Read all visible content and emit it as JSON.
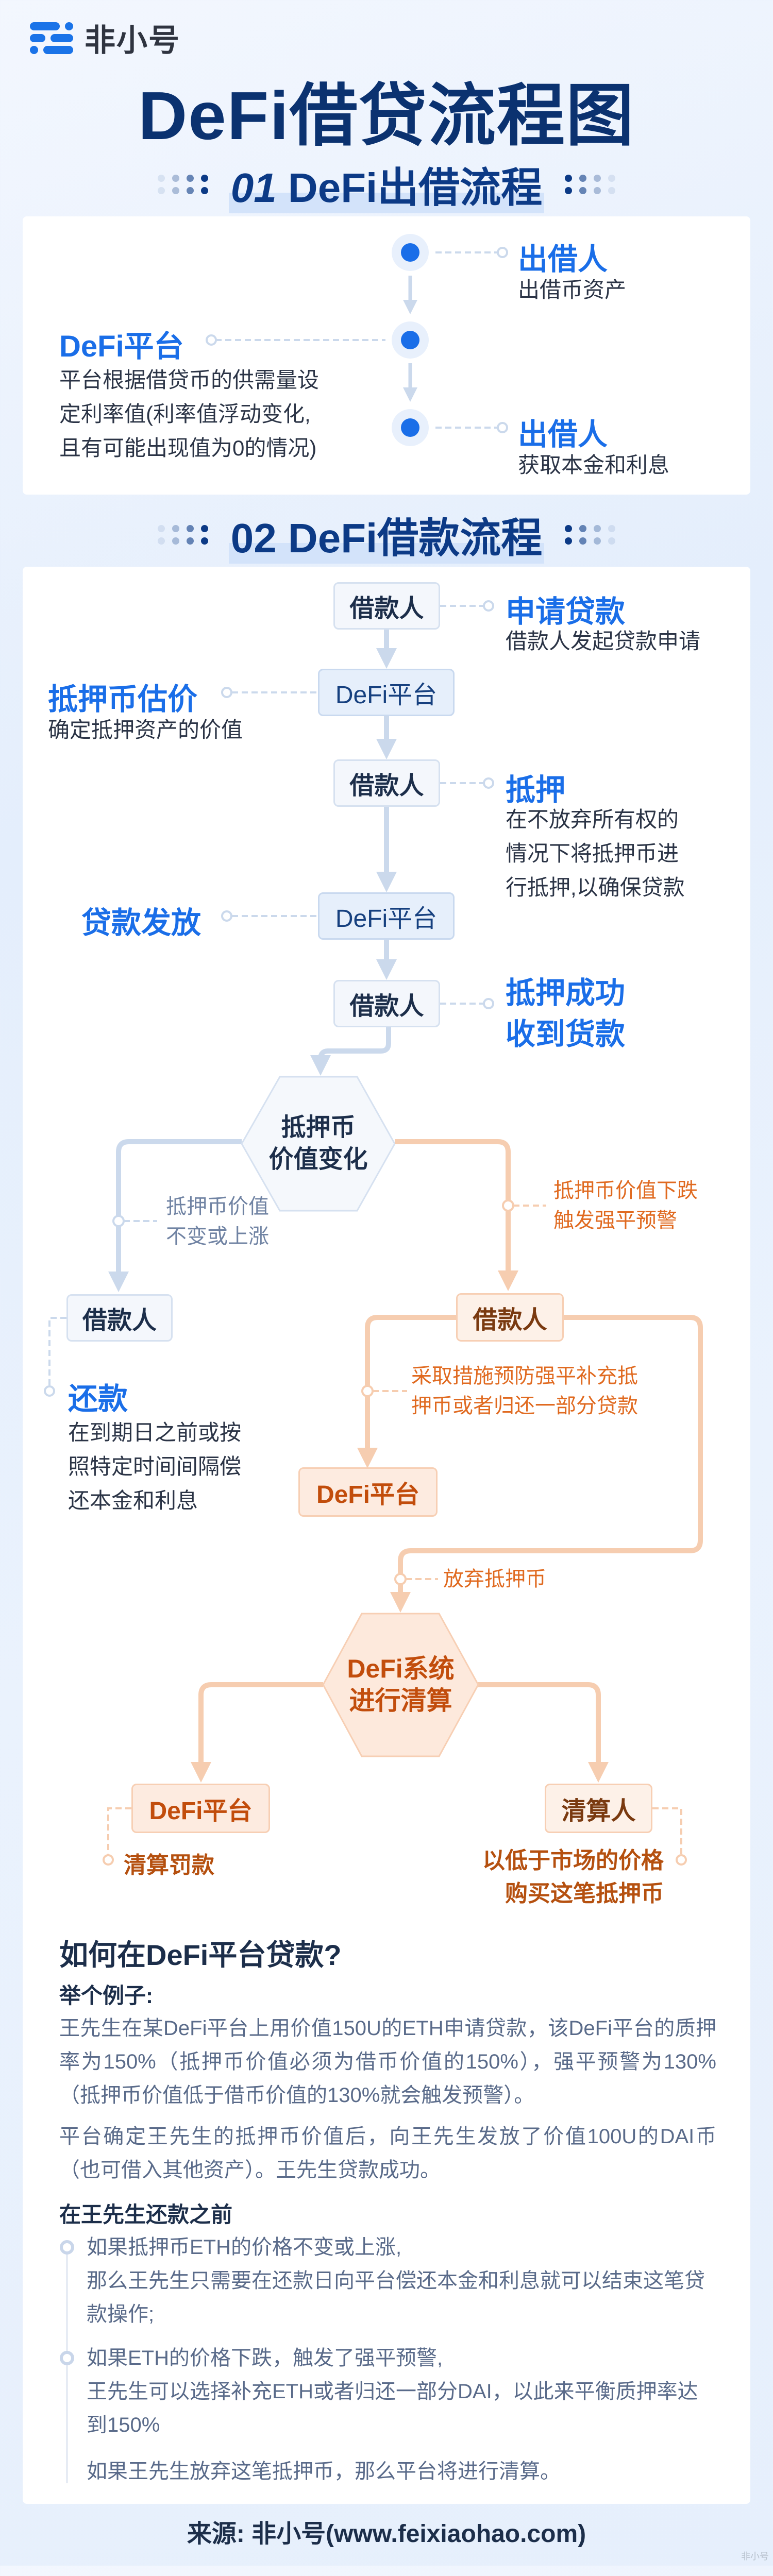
{
  "brand": {
    "logo_text": "非小号"
  },
  "title": "DeFi借贷流程图",
  "section1": {
    "num": "01",
    "title": "DeFi出借流程",
    "steps": [
      {
        "title": "出借人",
        "desc": "出借币资产"
      },
      {
        "title": "DeFi平台",
        "desc": [
          "平台根据借贷币的供需量设",
          "定利率值(利率值浮动变化,",
          "且有可能出现值为0的情况)"
        ]
      },
      {
        "title": "出借人",
        "desc": "获取本金和利息"
      }
    ]
  },
  "section2": {
    "num": "02",
    "title": "DeFi借款流程",
    "nodes": {
      "borrower": "借款人",
      "platform": "DeFi平台",
      "hex1": [
        "抵押币",
        "价值变化"
      ],
      "hex2": [
        "DeFi系统",
        "进行清算"
      ],
      "liquidator": "清算人"
    },
    "steps": [
      {
        "title": "申请贷款",
        "desc": "借款人发起贷款申请"
      },
      {
        "title": "抵押币估价",
        "desc": "确定抵押资产的价值"
      },
      {
        "title": "抵押",
        "desc": [
          "在不放弃所有权的",
          "情况下将抵押币进",
          "行抵押,以确保贷款"
        ]
      },
      {
        "title": "贷款发放"
      },
      {
        "title": [
          "抵押成功",
          "收到货款"
        ]
      }
    ],
    "branch_up": [
      "抵押币价值",
      "不变或上涨"
    ],
    "branch_down": [
      "抵押币价值下跌",
      "触发强平预警"
    ],
    "repay": {
      "title": "还款",
      "desc": [
        "在到期日之前或按",
        "照特定时间间隔偿",
        "还本金和利息"
      ]
    },
    "prevent": [
      "采取措施预防强平补充抵",
      "押币或者归还一部分贷款"
    ],
    "abandon": "放弃抵押币",
    "penalty": "清算罚款",
    "buy": [
      "以低于市场的价格",
      "购买这笔抵押币"
    ]
  },
  "howto": {
    "title": "如何在DeFi平台贷款?",
    "example_label": "举个例子:",
    "p1": "王先生在某DeFi平台上用价值150U的ETH申请贷款，该DeFi平台的质押率为150%（抵押币价值必须为借币价值的150%），强平预警为130%（抵押币价值低于借币价值的130%就会触发预警）。",
    "p2": "平台确定王先生的抵押币价值后，向王先生发放了价值100U的DAI币（也可借入其他资产）。王先生贷款成功。",
    "before_label": "在王先生还款之前",
    "bullets": [
      [
        "如果抵押币ETH的价格不变或上涨,",
        "那么王先生只需要在还款日向平台偿还本金和利息就可以结束这笔贷款操作;"
      ],
      [
        "如果ETH的价格下跌，触发了强平预警,",
        "王先生可以选择补充ETH或者归还一部分DAI，以此来平衡质押率达到150%",
        "如果王先生放弃这笔抵押币，那么平台将进行清算。"
      ]
    ]
  },
  "footer": "来源: 非小号(www.feixiaohao.com)",
  "corner_watermark": "非小号",
  "colors": {
    "accent": "#1a6ee8",
    "title": "#0b3270",
    "orange": "#e06a20",
    "line_blue": "#cbd9ec",
    "line_orange": "#f6cdb0"
  }
}
